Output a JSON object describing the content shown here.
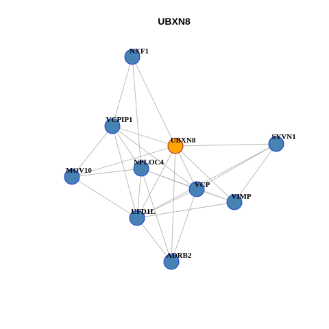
{
  "title": "UBXN8",
  "colors": {
    "node_fill": "#4682b4",
    "node_stroke": "#1f3fd1",
    "center_fill": "#ffa500",
    "center_stroke": "#b22222",
    "edge": "#b4b4b4",
    "background": "#ffffff"
  },
  "nodes": [
    {
      "id": "NXF1",
      "label": "NXF1",
      "center": false
    },
    {
      "id": "VCPIP1",
      "label": "VCPIP1",
      "center": false
    },
    {
      "id": "UBXN8",
      "label": "UBXN8",
      "center": true
    },
    {
      "id": "SYVN1",
      "label": "SYVN1",
      "center": false
    },
    {
      "id": "MOV10",
      "label": "MOV10",
      "center": false
    },
    {
      "id": "NPLOC4",
      "label": "NPLOC4",
      "center": false
    },
    {
      "id": "VCP",
      "label": "VCP",
      "center": false
    },
    {
      "id": "VIMP",
      "label": "VIMP",
      "center": false
    },
    {
      "id": "UFD1L",
      "label": "UFD1L",
      "center": false
    },
    {
      "id": "ADRB2",
      "label": "ADRB2",
      "center": false
    }
  ],
  "edges": [
    [
      "NXF1",
      "VCPIP1"
    ],
    [
      "NXF1",
      "UBXN8"
    ],
    [
      "NXF1",
      "NPLOC4"
    ],
    [
      "VCPIP1",
      "UBXN8"
    ],
    [
      "VCPIP1",
      "MOV10"
    ],
    [
      "VCPIP1",
      "NPLOC4"
    ],
    [
      "VCPIP1",
      "UFD1L"
    ],
    [
      "VCPIP1",
      "VCP"
    ],
    [
      "UBXN8",
      "SYVN1"
    ],
    [
      "UBXN8",
      "VCP"
    ],
    [
      "UBXN8",
      "UFD1L"
    ],
    [
      "UBXN8",
      "ADRB2"
    ],
    [
      "UBXN8",
      "VIMP"
    ],
    [
      "UBXN8",
      "MOV10"
    ],
    [
      "SYVN1",
      "VCP"
    ],
    [
      "SYVN1",
      "VIMP"
    ],
    [
      "SYVN1",
      "UFD1L"
    ],
    [
      "MOV10",
      "NPLOC4"
    ],
    [
      "MOV10",
      "UFD1L"
    ],
    [
      "NPLOC4",
      "VCP"
    ],
    [
      "NPLOC4",
      "UFD1L"
    ],
    [
      "NPLOC4",
      "VIMP"
    ],
    [
      "NPLOC4",
      "ADRB2"
    ],
    [
      "VCP",
      "UFD1L"
    ],
    [
      "VCP",
      "VIMP"
    ],
    [
      "VCP",
      "ADRB2"
    ],
    [
      "VIMP",
      "UFD1L"
    ],
    [
      "UFD1L",
      "ADRB2"
    ]
  ]
}
